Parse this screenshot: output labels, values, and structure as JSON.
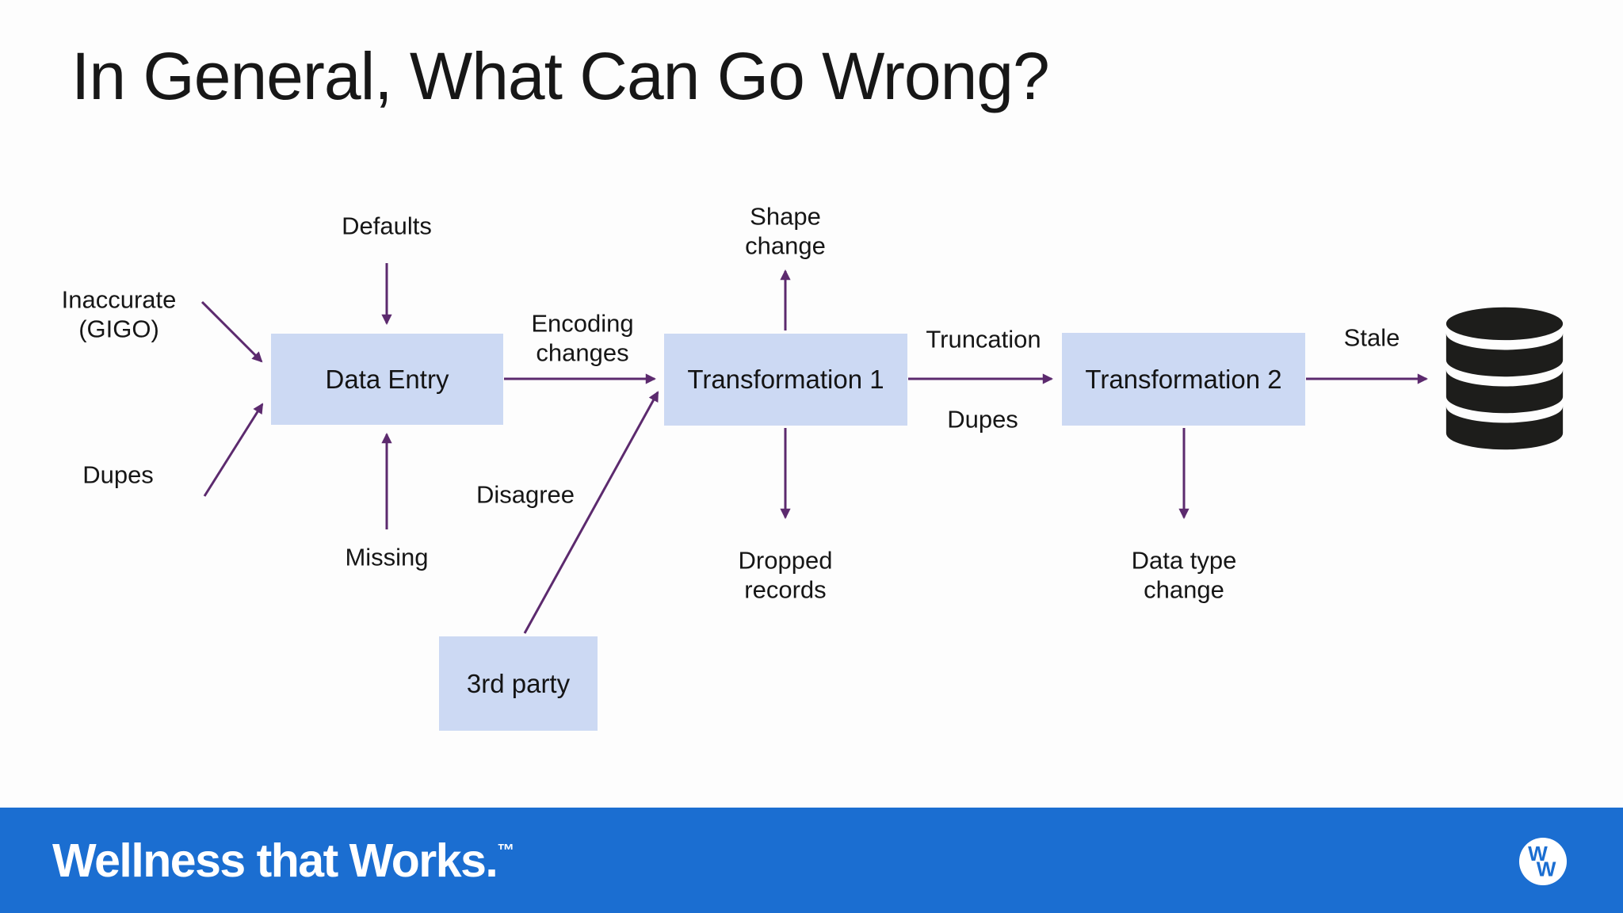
{
  "slide": {
    "title": "In General, What Can Go Wrong?"
  },
  "boxes": {
    "data_entry": "Data Entry",
    "t1": "Transformation 1",
    "t2": "Transformation 2",
    "third_party": "3rd party"
  },
  "labels": {
    "defaults": "Defaults",
    "inaccurate": "Inaccurate\n(GIGO)",
    "dupes_left": "Dupes",
    "missing": "Missing",
    "encoding": "Encoding\nchanges",
    "shape": "Shape\nchange",
    "dropped": "Dropped\nrecords",
    "truncation": "Truncation",
    "dupes_right": "Dupes",
    "stale": "Stale",
    "disagree": "Disagree",
    "datatype": "Data type\nchange"
  },
  "footer": {
    "wordmark": "Wellness that Works.",
    "trademark": "™"
  },
  "icons": {
    "database": "database-cylinder-icon",
    "logo": "ww-circle-logo-icon"
  },
  "colors": {
    "box_fill": "#ccd9f3",
    "arrow": "#5c2a6e",
    "footer_blue": "#1b6ed1",
    "icon_black": "#1d1d1b",
    "text": "#161616"
  }
}
